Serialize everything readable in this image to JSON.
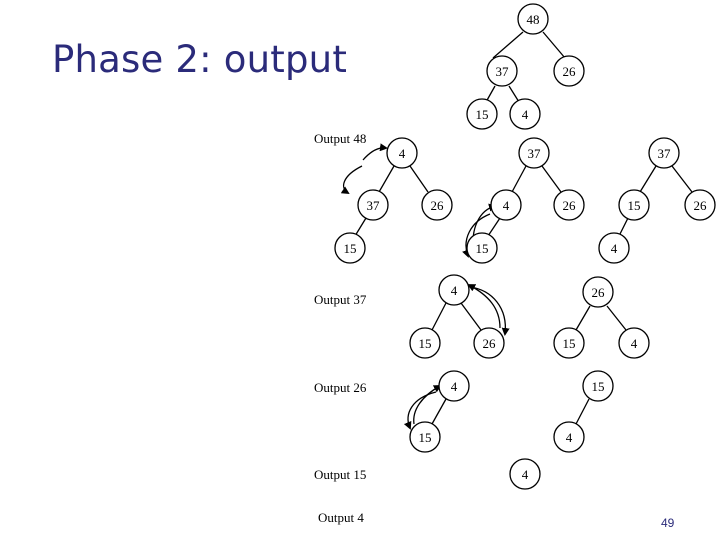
{
  "slide": {
    "title": "Phase 2: output",
    "page_number": "49"
  },
  "diagram": {
    "labels": [
      "Output 48",
      "Output 37",
      "Output 26",
      "Output 15",
      "Output 4"
    ],
    "initial_heap": [
      "48",
      "37",
      "26",
      "15",
      "4"
    ],
    "step_output_48": {
      "tree_after_move": [
        "4",
        "37",
        "26",
        "15"
      ],
      "tree_after_swap": [
        "37",
        "4",
        "26",
        "15"
      ],
      "tree_result": [
        "37",
        "15",
        "26",
        "4"
      ]
    },
    "step_output_37": {
      "tree_after_move": [
        "4",
        "15",
        "26"
      ],
      "tree_result": [
        "26",
        "15",
        "4"
      ]
    },
    "step_output_26": {
      "tree_after_move": [
        "4",
        "15"
      ],
      "tree_result": [
        "15",
        "4"
      ]
    },
    "step_output_15": {
      "tree_result": [
        "4"
      ]
    }
  }
}
